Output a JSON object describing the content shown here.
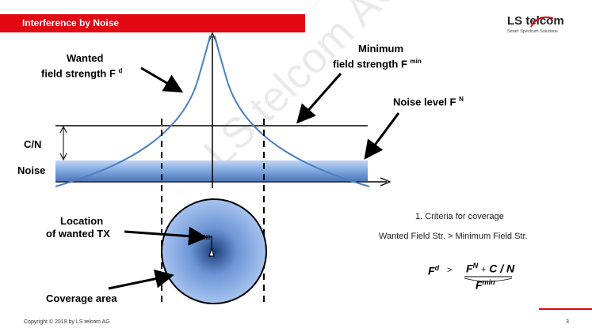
{
  "header": {
    "title": "Interference by Noise"
  },
  "logo": {
    "brand": "LS telcom",
    "tagline": "Smart Spectrum Solutions"
  },
  "watermark": "LS telcom AG",
  "labels": {
    "wanted_line1": "Wanted",
    "wanted_line2": "field strength F",
    "wanted_sup": "d",
    "minimum_line1": "Minimum",
    "minimum_line2": "field strength F",
    "minimum_sup": "min",
    "noise_level": "Noise level F",
    "noise_level_sup": "N",
    "cn": "C/N",
    "noise": "Noise",
    "location_line1": "Location",
    "location_line2": "of wanted TX",
    "coverage_area": "Coverage area"
  },
  "criteria": {
    "heading": "1. Criteria for coverage",
    "condition": "Wanted Field Str. > Minimum Field Str."
  },
  "formula": {
    "lhs": "F",
    "lhs_sup": "d",
    "gt": ">",
    "num_a": "F",
    "num_a_sup": "N",
    "plus": "+",
    "num_b": "C / N",
    "den": "F",
    "den_sup": "min"
  },
  "footer": {
    "copyright": "Copyright © 2019 by LS telcom AG",
    "page": "3"
  },
  "colors": {
    "accent_red": "#e30613",
    "curve_blue": "#4a7fc1",
    "noise_band": "#7fa8e0",
    "coverage_fill": "#8fb3ea"
  }
}
